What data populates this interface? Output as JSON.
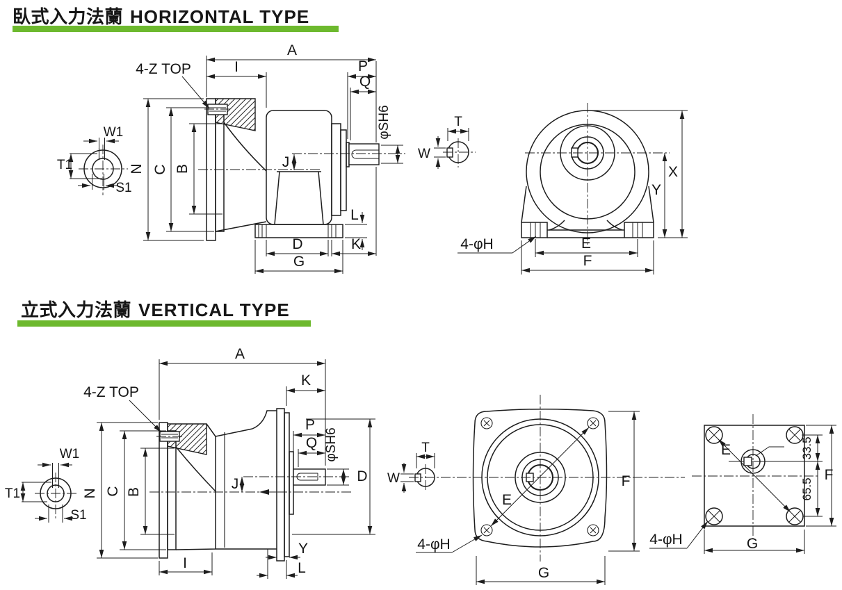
{
  "page": {
    "background": "#ffffff",
    "line_color": "#1d1d1d",
    "accent_green": "#6db92e"
  },
  "sections": {
    "horizontal": {
      "title_zh": "臥式入力法蘭",
      "title_en": "HORIZONTAL TYPE",
      "side_view": {
        "tap_callout": "4-Z TOP",
        "dim_a": "A",
        "dim_i": "I",
        "dim_p": "P",
        "dim_q": "Q",
        "dim_shaft": "φSH6",
        "dim_n": "N",
        "dim_c": "C",
        "dim_b": "B",
        "dim_j": "J",
        "dim_l": "L",
        "dim_d": "D",
        "dim_k": "K",
        "dim_g": "G"
      },
      "shaft_detail": {
        "dim_w1": "W1",
        "dim_t1": "T1",
        "dim_s1": "S1"
      },
      "front_view": {
        "dim_t": "T",
        "dim_w": "W",
        "dim_x": "X",
        "dim_y": "Y",
        "dim_e": "E",
        "dim_f": "F",
        "hole_callout": "4-φH"
      }
    },
    "vertical": {
      "title_zh": "立式入力法蘭",
      "title_en": "VERTICAL TYPE",
      "side_view": {
        "tap_callout": "4-Z TOP",
        "dim_a": "A",
        "dim_k": "K",
        "dim_p": "P",
        "dim_q": "Q",
        "dim_shaft": "φSH6",
        "dim_d": "D",
        "dim_n": "N",
        "dim_c": "C",
        "dim_b": "B",
        "dim_j": "J",
        "dim_y": "Y",
        "dim_l": "L",
        "dim_i": "I"
      },
      "shaft_detail": {
        "dim_w1": "W1",
        "dim_t1": "T1",
        "dim_s1": "S1"
      },
      "front_view": {
        "dim_t": "T",
        "dim_w": "W",
        "dim_e": "E",
        "dim_f": "F",
        "dim_g": "G",
        "hole_callout": "4-φH"
      },
      "back_view": {
        "dim_e": "E",
        "dim_f": "F",
        "dim_g": "G",
        "dim_top": "33.5",
        "dim_bottom": "65.5",
        "hole_callout": "4-φH"
      }
    }
  }
}
